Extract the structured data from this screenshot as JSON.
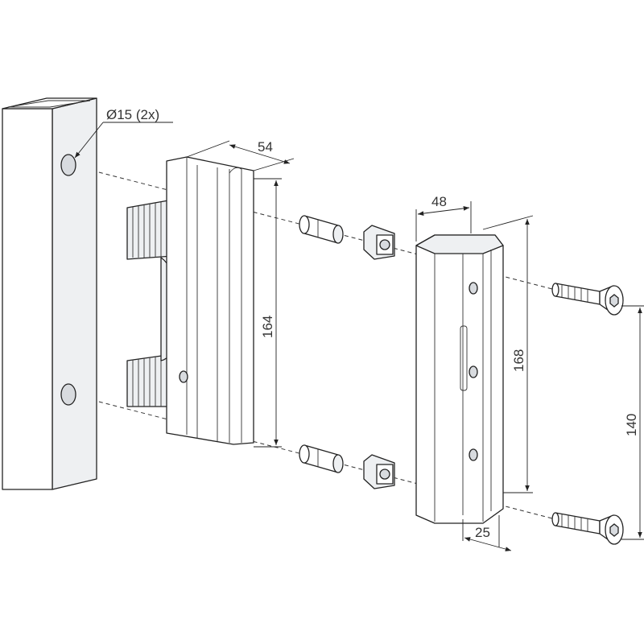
{
  "labels": {
    "hole_diameter": "Ø15 (2x)",
    "bracket_depth": "54",
    "bracket_height": "164",
    "cover_depth": "48",
    "cover_height": "168",
    "hole_spacing": "140",
    "cover_offset": "25"
  }
}
